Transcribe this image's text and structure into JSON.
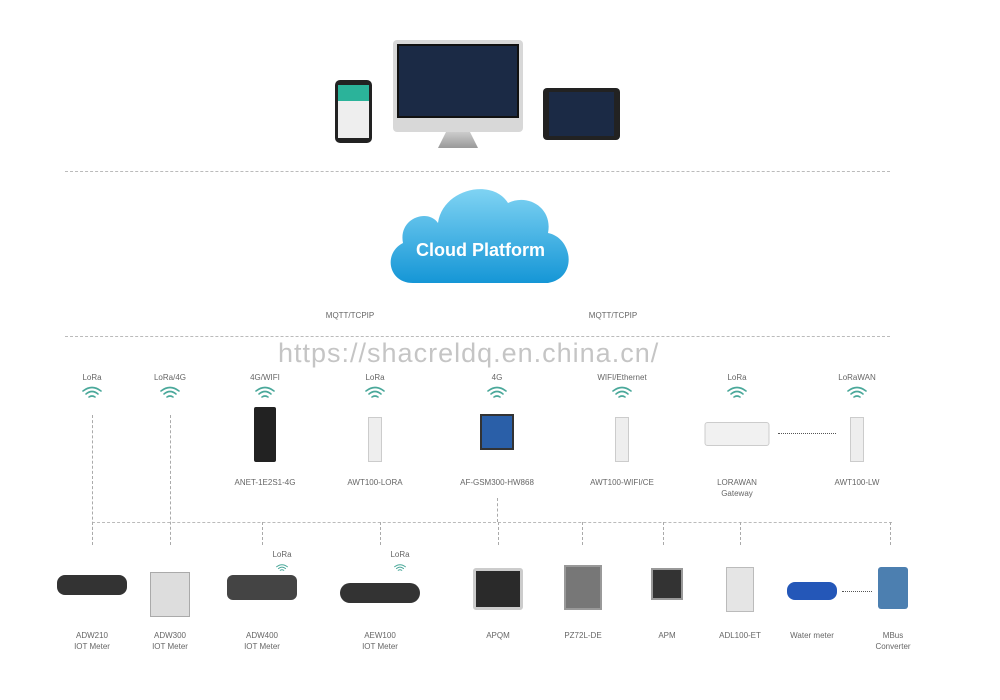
{
  "cloud": {
    "label": "Cloud Platform"
  },
  "protocols": [
    "MQTT/TCPIP",
    "MQTT/TCPIP"
  ],
  "watermark": "https://shacreldq.en.china.cn/",
  "gateways": [
    {
      "proto": "LoRa",
      "name": ""
    },
    {
      "proto": "LoRa/4G",
      "name": ""
    },
    {
      "proto": "4G/WIFI",
      "name": "ANET-1E2S1-4G"
    },
    {
      "proto": "LoRa",
      "name": "AWT100-LORA"
    },
    {
      "proto": "4G",
      "name": "AF-GSM300-HW868"
    },
    {
      "proto": "WIFI/Ethernet",
      "name": "AWT100-WIFI/CE"
    },
    {
      "proto": "LoRa",
      "name": "LORAWAN",
      "name2": "Gateway"
    },
    {
      "proto": "LoRaWAN",
      "name": "AWT100-LW"
    }
  ],
  "meters": [
    {
      "name": "ADW210",
      "name2": "IOT  Meter"
    },
    {
      "name": "ADW300",
      "name2": "IOT  Meter"
    },
    {
      "name": "ADW400",
      "name2": "IOT  Meter",
      "proto": "LoRa"
    },
    {
      "name": "AEW100",
      "name2": "IOT  Meter",
      "proto": "LoRa"
    },
    {
      "name": "APQM"
    },
    {
      "name": "PZ72L-DE"
    },
    {
      "name": "APM"
    },
    {
      "name": "ADL100-ET"
    },
    {
      "name": "Water meter"
    },
    {
      "name": "MBus",
      "name2": "Converter"
    }
  ],
  "colors": {
    "cloud": "#29a9e0",
    "wifi": "#4aa89a"
  }
}
